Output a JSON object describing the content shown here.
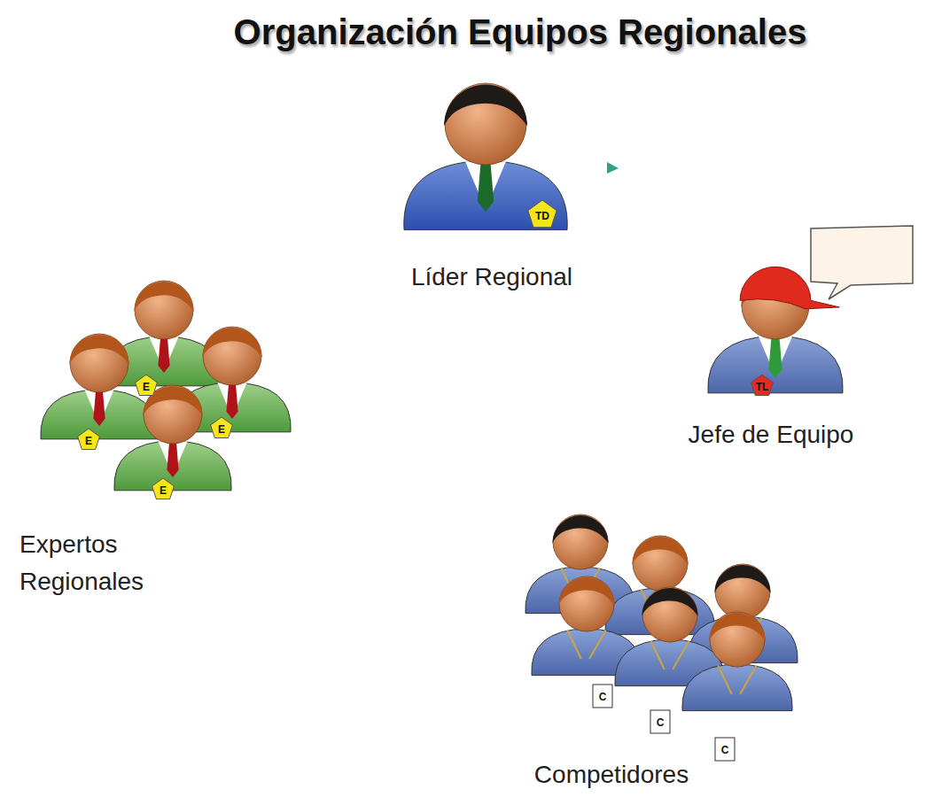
{
  "diagram": {
    "title": "Organización Equipos Regionales",
    "nodes": [
      {
        "text": [
          "Líder Regional"
        ]
      },
      {
        "text": [
          "Jefe de Equipo"
        ]
      },
      {
        "text": [
          "Expertos Regionales"
        ]
      },
      {
        "text": [
          "Competidores"
        ]
      }
    ],
    "labels": [
      "TD",
      "TL",
      "E",
      "E",
      "E",
      "E",
      "C",
      "C",
      "C"
    ]
  }
}
